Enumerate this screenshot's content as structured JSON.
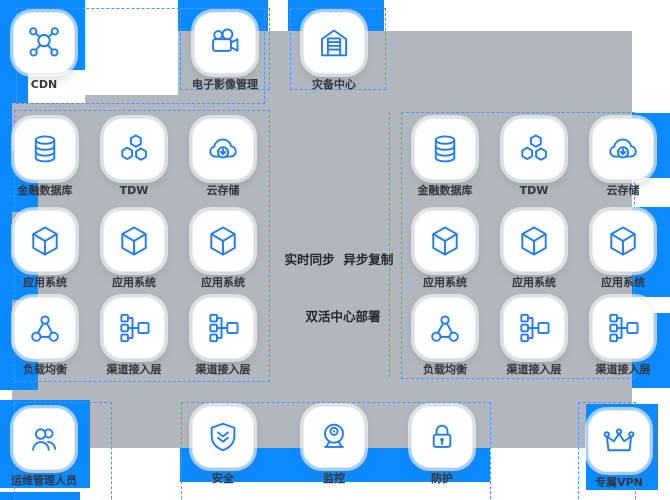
{
  "colors": {
    "accent_blue": "#0b8bff",
    "panel_gray": "#b1b7bd",
    "icon_blue": "#1f7bf7",
    "dashed_border": "#4b93ff"
  },
  "top_nodes": [
    {
      "label": "CDN",
      "icon": "cdn-network-icon",
      "ref": "#i-cdn"
    },
    {
      "label": "电子影像管理",
      "icon": "video-camera-icon",
      "ref": "#i-camera"
    },
    {
      "label": "灾备中心",
      "icon": "warehouse-icon",
      "ref": "#i-house"
    }
  ],
  "left_group": {
    "items": [
      {
        "label": "金融数据库",
        "icon": "database-icon",
        "ref": "#i-db"
      },
      {
        "label": "TDW",
        "icon": "tdw-hexagons-icon",
        "ref": "#i-tdw"
      },
      {
        "label": "云存储",
        "icon": "cloud-storage-icon",
        "ref": "#i-cloud"
      },
      {
        "label": "应用系统",
        "icon": "app-system-cube-icon",
        "ref": "#i-cube"
      },
      {
        "label": "应用系统",
        "icon": "app-system-cube-icon",
        "ref": "#i-cube"
      },
      {
        "label": "应用系统",
        "icon": "app-system-cube-icon",
        "ref": "#i-cube"
      },
      {
        "label": "负载均衡",
        "icon": "load-balancer-icon",
        "ref": "#i-lb"
      },
      {
        "label": "渠道接入层",
        "icon": "channel-access-icon",
        "ref": "#i-org"
      },
      {
        "label": "渠道接入层",
        "icon": "channel-access-icon",
        "ref": "#i-org"
      }
    ]
  },
  "right_group": {
    "items": [
      {
        "label": "金融数据库",
        "icon": "database-icon",
        "ref": "#i-db"
      },
      {
        "label": "TDW",
        "icon": "tdw-hexagons-icon",
        "ref": "#i-tdw"
      },
      {
        "label": "云存储",
        "icon": "cloud-storage-icon",
        "ref": "#i-cloud"
      },
      {
        "label": "应用系统",
        "icon": "app-system-cube-icon",
        "ref": "#i-cube"
      },
      {
        "label": "应用系统",
        "icon": "app-system-cube-icon",
        "ref": "#i-cube"
      },
      {
        "label": "应用系统",
        "icon": "app-system-cube-icon",
        "ref": "#i-cube"
      },
      {
        "label": "负载均衡",
        "icon": "load-balancer-icon",
        "ref": "#i-lb"
      },
      {
        "label": "渠道接入层",
        "icon": "channel-access-icon",
        "ref": "#i-org"
      },
      {
        "label": "渠道接入层",
        "icon": "channel-access-icon",
        "ref": "#i-org"
      }
    ]
  },
  "center": {
    "line1": "实时同步  异步复制",
    "line2": "双活中心部署"
  },
  "bottom_nodes": [
    {
      "label": "运维管理人员",
      "icon": "users-icon",
      "ref": "#i-users"
    },
    {
      "label": "安全",
      "icon": "shield-check-icon",
      "ref": "#i-shield"
    },
    {
      "label": "监控",
      "icon": "webcam-icon",
      "ref": "#i-webcam"
    },
    {
      "label": "防护",
      "icon": "lock-icon",
      "ref": "#i-lock"
    },
    {
      "label": "专属VPN",
      "icon": "crown-icon",
      "ref": "#i-crown"
    }
  ]
}
